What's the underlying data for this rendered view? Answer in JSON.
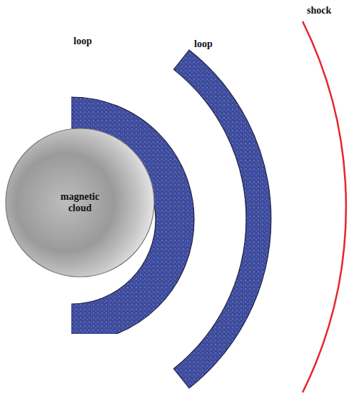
{
  "diagram": {
    "nodes": [
      {
        "text": [
          "loop"
        ]
      },
      {
        "text": [
          "magnetic cloud"
        ]
      },
      {
        "text": [
          "loop"
        ]
      }
    ],
    "labels": [
      "shock"
    ]
  }
}
